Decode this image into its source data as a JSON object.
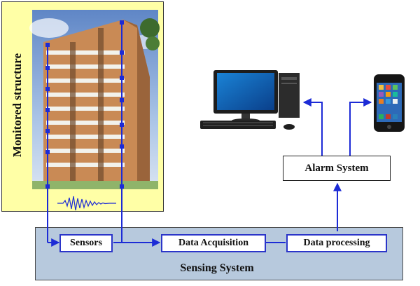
{
  "labels": {
    "monitored_structure": "Monitored structure",
    "sensing_system": "Sensing System"
  },
  "boxes": {
    "sensors": "Sensors",
    "data_acquisition": "Data Acquisition",
    "data_processing": "Data processing",
    "alarm_system": "Alarm System"
  },
  "colors": {
    "connector": "#1c2bd6",
    "structure_panel": "#ffffa6",
    "sensing_panel": "#b7c9dd"
  },
  "icons": [
    "building-icon",
    "seismic-wave-icon",
    "desktop-computer-icon",
    "smartphone-icon"
  ]
}
